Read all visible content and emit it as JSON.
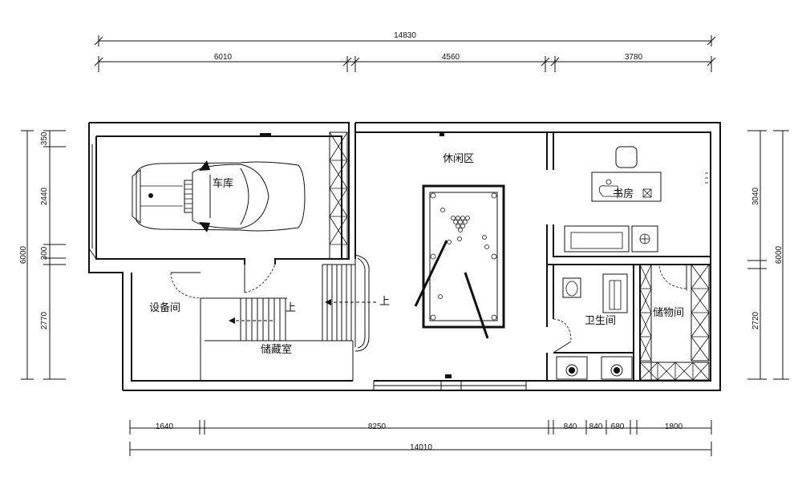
{
  "dimensions": {
    "top_total": "14830",
    "top_segments": [
      "6010",
      "4560",
      "3780"
    ],
    "bottom_segments": [
      "1640",
      "8250",
      "840",
      "840",
      "680",
      "1800"
    ],
    "bottom_total": "14010",
    "left_segments": [
      "350",
      "2440",
      "300",
      "2770"
    ],
    "left_total": "6000",
    "right_segments": [
      "3040",
      "2720"
    ],
    "right_total": "6000"
  },
  "rooms": {
    "garage": "车库",
    "leisure": "休闲区",
    "study": "书房",
    "equipment": "设备间",
    "storage": "储藏室",
    "bathroom": "卫生间",
    "storeroom": "储物间"
  },
  "stairs": {
    "up_label_1": "上",
    "up_label_2": "上"
  },
  "colors": {
    "line": "#111111",
    "background": "#ffffff"
  }
}
